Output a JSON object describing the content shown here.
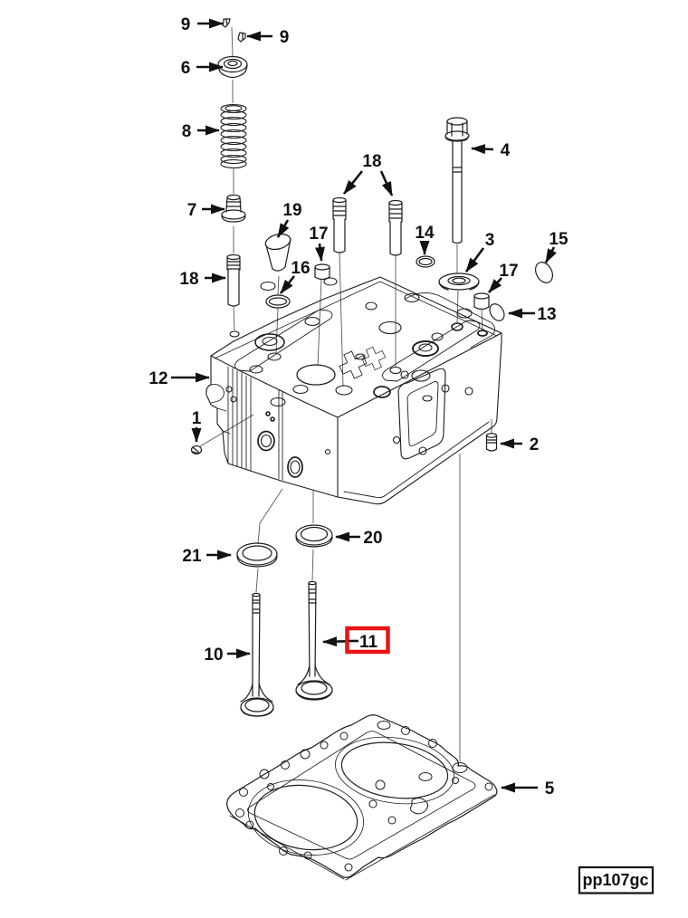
{
  "figure": {
    "code": "pp107gc",
    "description": "Cylinder head exploded parts diagram"
  },
  "colors": {
    "line": "#1c1c1c",
    "highlight": "#e81414",
    "background": "#ffffff"
  },
  "callouts": {
    "c9a": {
      "label": "9"
    },
    "c9b": {
      "label": "9"
    },
    "c6": {
      "label": "6"
    },
    "c8": {
      "label": "8"
    },
    "c7": {
      "label": "7"
    },
    "c18a": {
      "label": "18"
    },
    "c18b": {
      "label": "18"
    },
    "c19": {
      "label": "19"
    },
    "c16": {
      "label": "16"
    },
    "c17a": {
      "label": "17"
    },
    "c14": {
      "label": "14"
    },
    "c4": {
      "label": "4"
    },
    "c3": {
      "label": "3"
    },
    "c15": {
      "label": "15"
    },
    "c17b": {
      "label": "17"
    },
    "c13": {
      "label": "13"
    },
    "c12": {
      "label": "12"
    },
    "c1": {
      "label": "1"
    },
    "c2": {
      "label": "2"
    },
    "c21": {
      "label": "21"
    },
    "c20": {
      "label": "20"
    },
    "c10": {
      "label": "10"
    },
    "c11": {
      "label": "11"
    },
    "c5": {
      "label": "5"
    }
  }
}
